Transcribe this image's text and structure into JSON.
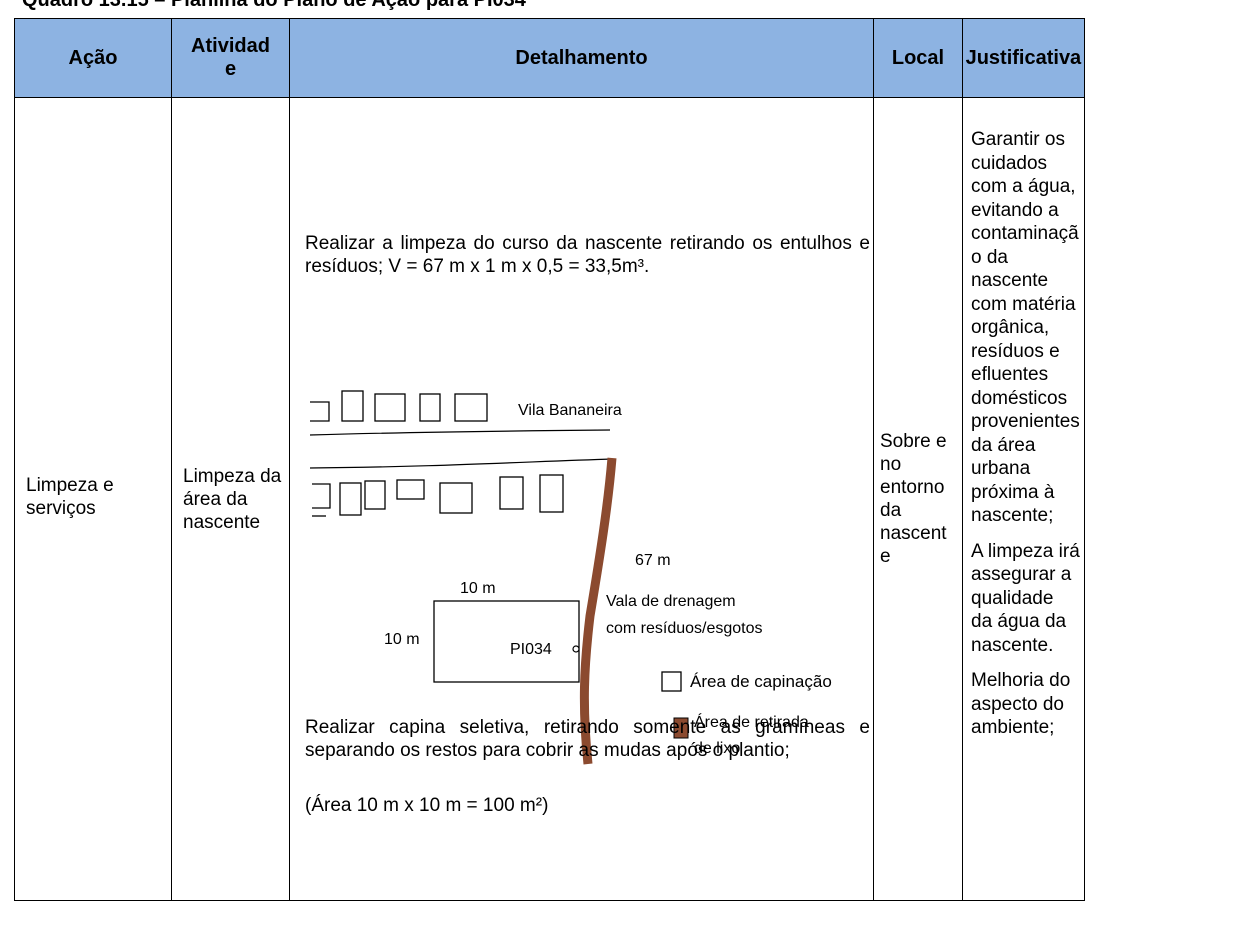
{
  "caption": "Quadro 13.15 – Planilha do Plano de Ação para PI034",
  "headers": {
    "acao": "Ação",
    "atividade": "Atividad e",
    "detalhamento": "Detalhamento",
    "local": "Local",
    "justificativa": "Justificativa"
  },
  "row": {
    "acao": "Limpeza e serviços",
    "atividade": "Limpeza da área da nascente",
    "detalhamento": {
      "p1": "Realizar a limpeza do curso da nascente retirando os entulhos e resíduos; V = 67 m x 1 m x 0,5 = 33,5m³.",
      "p2": "Realizar capina seletiva, retirando somente as gramíneas e separando os restos para cobrir as mudas após o plantio;",
      "p3": "(Área 10 m x 10 m = 100 m²)"
    },
    "local": "Sobre e no entorno da nascent e",
    "justificativa": [
      "Garantir os cuidados com a água, evitando a contaminaçã o da nascente com matéria orgânica, resíduos e efluentes domésticos provenientes da área urbana próxima à nascente;",
      "A limpeza irá assegurar a qualidade da água da nascente.",
      "Melhoria do aspecto do ambiente;"
    ]
  },
  "sketch": {
    "village": "Vila Bananeira",
    "length_label": "67 m",
    "side_top": "10 m",
    "side_left": "10 m",
    "point": "PI034",
    "drain_line1": "Vala de drenagem",
    "drain_line2": "com resíduos/esgotos",
    "legend_capina": "Área de capinação",
    "legend_lixo_line1": "Área de retirada",
    "legend_lixo_line2": "de lixo",
    "colors": {
      "drain": "#8b4a2f",
      "header_bg": "#8db3e2"
    }
  }
}
